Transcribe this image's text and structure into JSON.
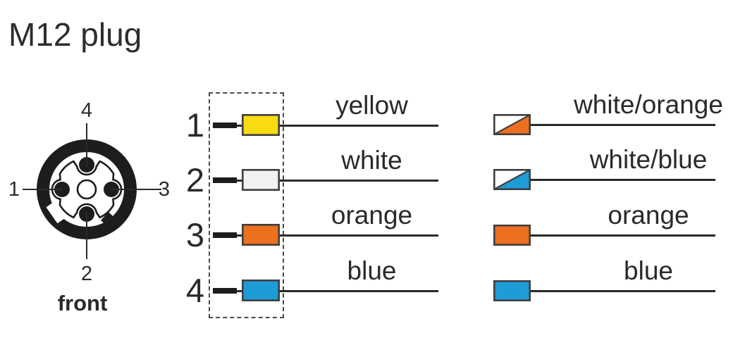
{
  "title": "M12 plug",
  "connector": {
    "view_label": "front",
    "pin_top": "4",
    "pin_left": "1",
    "pin_right": "3",
    "pin_bottom": "2"
  },
  "plug_wires": [
    {
      "pin": "1",
      "label": "yellow",
      "color": "#F8DB10"
    },
    {
      "pin": "2",
      "label": "white",
      "color": "#F1F1EF"
    },
    {
      "pin": "3",
      "label": "orange",
      "color": "#EC701F"
    },
    {
      "pin": "4",
      "label": "blue",
      "color": "#1E9CD7"
    }
  ],
  "cable_wires": [
    {
      "label": "white/orange",
      "color_top": "#FFFFFF",
      "color_bottom": "#EC701F"
    },
    {
      "label": "white/blue",
      "color_top": "#FFFFFF",
      "color_bottom": "#1E9CD7"
    },
    {
      "label": "orange",
      "color": "#EC701F"
    },
    {
      "label": "blue",
      "color": "#1E9CD7"
    }
  ],
  "colors": {
    "ink": "#2a2a2a",
    "connector_black": "#1d1d1b",
    "box_border": "#3f3f3f"
  }
}
